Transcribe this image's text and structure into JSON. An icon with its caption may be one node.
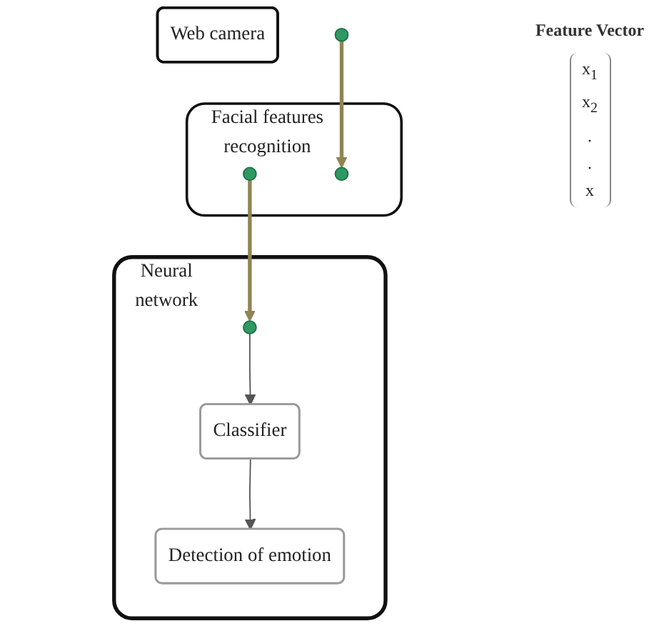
{
  "diagram": {
    "nodes": [
      {
        "text": [
          "Neural network"
        ]
      },
      {
        "text": [],
        "shape": "circle",
        "in": 0
      },
      {
        "text": [
          "Classifier"
        ],
        "in": 0
      },
      {
        "text": [
          "Detection of emotion"
        ],
        "in": 0
      },
      {
        "text": [
          "Facial features recognition"
        ]
      },
      {
        "text": [],
        "shape": "circle",
        "in": 4
      },
      {
        "text": [],
        "shape": "circle",
        "in": 4
      },
      {
        "text": [
          "Web camera"
        ]
      },
      {
        "text": [],
        "shape": "circle"
      }
    ],
    "edges": [
      {
        "from": 1,
        "to": 2,
        "arrow": "to"
      },
      {
        "from": 2,
        "to": 3,
        "arrow": "to"
      },
      {
        "from": 5,
        "to": 1,
        "arrow": "to",
        "style": "thick",
        "color": "#8f8454"
      },
      {
        "from": 8,
        "to": 6,
        "arrow": "to",
        "style": "thick",
        "color": "#8f8454"
      }
    ],
    "labels": [
      "Feature Vector",
      "x$_{1}$",
      "x$_{2}$",
      ".",
      ".",
      "x"
    ]
  }
}
